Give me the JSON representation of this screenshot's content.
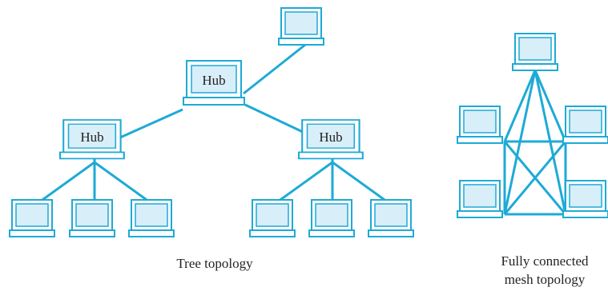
{
  "tree_topology": {
    "caption": "Tree topology",
    "hub_label": "Hub"
  },
  "mesh_topology": {
    "caption_line1": "Fully connected",
    "caption_line2": "mesh topology"
  },
  "colors": {
    "link": "#1eaad6",
    "device_outline": "#1eaad6",
    "screen_fill": "#d8eef8",
    "label_text": "#231f20"
  },
  "icons": {
    "computer": "laptop-computer-icon"
  }
}
